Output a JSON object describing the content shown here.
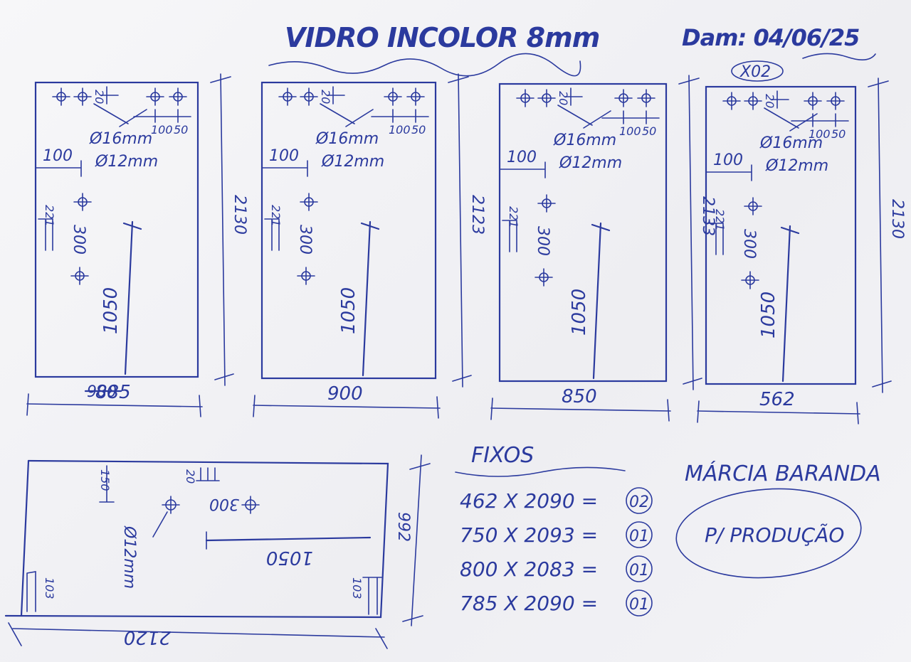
{
  "header": {
    "title": "VIDRO INCOLOR 8mm",
    "date": "Dam: 04/06/25"
  },
  "panels": [
    {
      "width": "885",
      "width_overwrite": "900",
      "height": "2130",
      "qty": "",
      "hole_big": "Ø16mm",
      "hole_small": "Ø12mm",
      "off_top": "20",
      "dim_a": "100",
      "dim_b": "50",
      "dim_left": "100",
      "hole_gap": "300",
      "handle_height": "1050",
      "side_mark": "221"
    },
    {
      "width": "900",
      "width_overwrite": "",
      "height": "2123",
      "qty": "",
      "hole_big": "Ø16mm",
      "hole_small": "Ø12mm",
      "off_top": "20",
      "dim_a": "100",
      "dim_b": "50",
      "dim_left": "100",
      "hole_gap": "300",
      "handle_height": "1050",
      "side_mark": "221"
    },
    {
      "width": "850",
      "width_overwrite": "",
      "height": "2133",
      "qty": "",
      "hole_big": "Ø16mm",
      "hole_small": "Ø12mm",
      "off_top": "20",
      "dim_a": "100",
      "dim_b": "50",
      "dim_left": "100",
      "hole_gap": "300",
      "handle_height": "1050",
      "side_mark": "221"
    },
    {
      "width": "562",
      "width_overwrite": "",
      "height": "2130",
      "qty": "X02",
      "hole_big": "Ø16mm",
      "hole_small": "Ø12mm",
      "off_top": "20",
      "dim_a": "100",
      "dim_b": "50",
      "dim_left": "100",
      "hole_gap": "300",
      "handle_height": "1050",
      "side_mark": "221"
    }
  ],
  "bottom_panel": {
    "length": "2120",
    "height": "992",
    "hole_small": "Ø12mm",
    "hole_gap": "300",
    "handle_len": "1050",
    "top_mark": "150",
    "top_mark_b": "20",
    "left_mark": "103",
    "right_mark": "103"
  },
  "fixos": {
    "title": "FIXOS",
    "items": [
      {
        "dims": "462 X 2090 =",
        "qty": "02"
      },
      {
        "dims": "750 X 2093 =",
        "qty": "01"
      },
      {
        "dims": "800 X 2083 =",
        "qty": "01"
      },
      {
        "dims": "785 X 2090 =",
        "qty": "01"
      }
    ]
  },
  "client": {
    "name": "MÁRCIA BARANDA",
    "stamp": "P/ PRODUÇÃO"
  }
}
